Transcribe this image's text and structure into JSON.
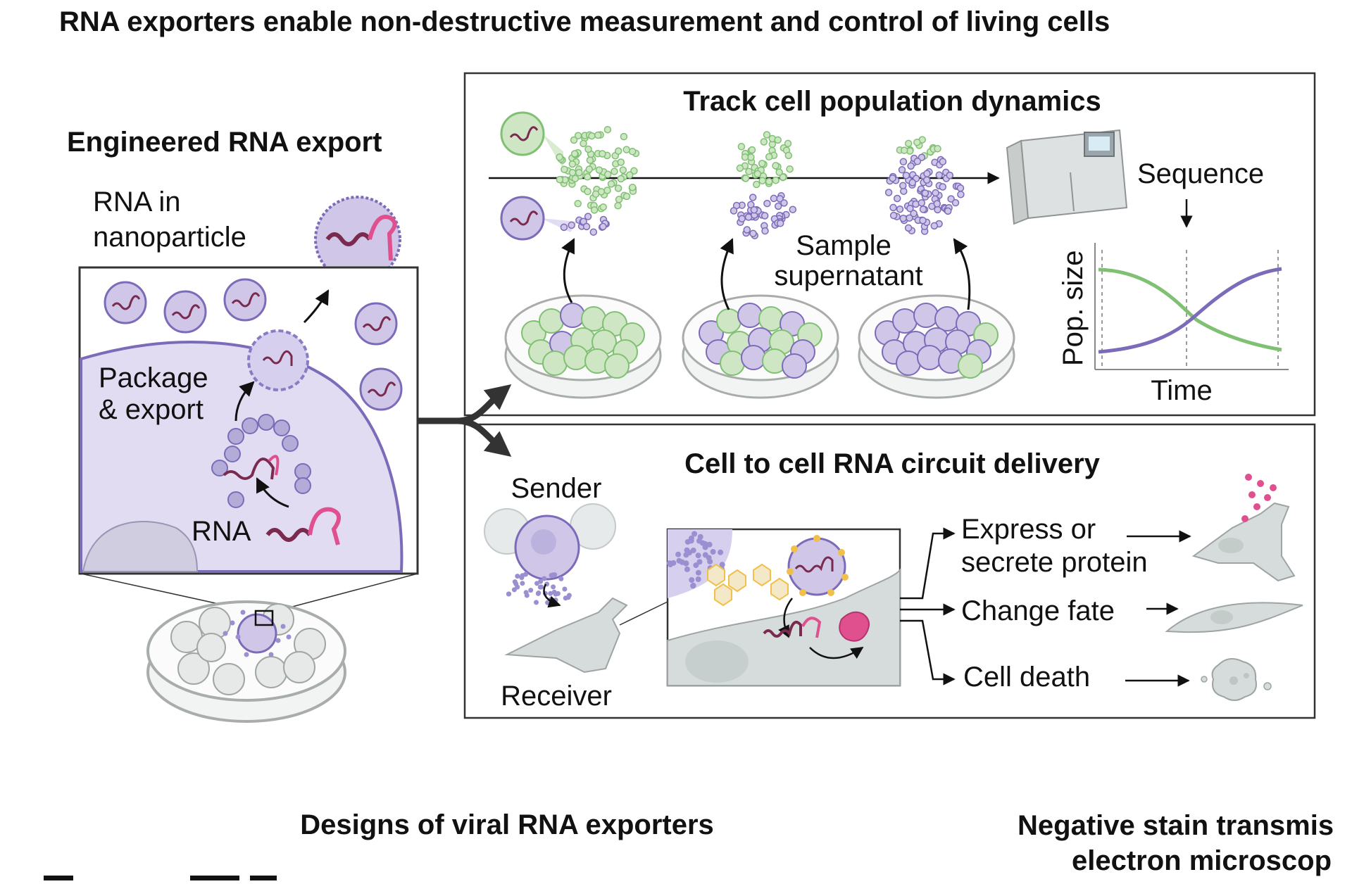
{
  "main_title": "RNA exporters enable non-destructive measurement and control of living cells",
  "left_panel": {
    "heading": "Engineered RNA export",
    "nanoparticle_label_line1": "RNA in",
    "nanoparticle_label_line2": "nanoparticle",
    "package_line1": "Package",
    "package_line2": "& export",
    "rna_label": "RNA"
  },
  "track_panel": {
    "title": "Track cell population dynamics",
    "sample_line1": "Sample",
    "sample_line2": "supernatant",
    "sequence_label": "Sequence",
    "chart_ylabel": "Pop. size",
    "chart_xlabel": "Time"
  },
  "delivery_panel": {
    "title": "Cell to cell RNA circuit delivery",
    "sender_label": "Sender",
    "receiver_label": "Receiver",
    "outcome1_line1": "Express or",
    "outcome1_line2": "secrete protein",
    "outcome2": "Change fate",
    "outcome3": "Cell death"
  },
  "bottom": {
    "designs_heading": "Designs of viral RNA exporters",
    "negative_stain_line1": "Negative stain transmis",
    "negative_stain_line2": "electron microscop"
  },
  "colors": {
    "purple_fill": "#cfc6e8",
    "purple_stroke": "#7c6bb8",
    "green_fill": "#cfe6c4",
    "green_stroke": "#7fc073",
    "pink": "#e0508e",
    "rna_dark": "#7a2a4f",
    "gray_cell": "#d6dcdc",
    "gold": "#f0c04a"
  }
}
